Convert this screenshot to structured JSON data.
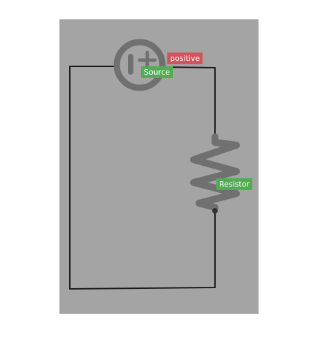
{
  "colors": {
    "paper_background": "#a4a4a4",
    "ink": "#1a1a1a",
    "symbol_stroke": "#707070",
    "tag_positive": "#d0545a",
    "tag_source": "#52ad52",
    "tag_resistor": "#52ad52"
  },
  "labels": {
    "positive": "positive",
    "source": "Source",
    "resistor": "Resistor"
  },
  "components": {
    "source": {
      "icon": "voltage-source-icon"
    },
    "resistor": {
      "icon": "resistor-zigzag-icon"
    }
  }
}
